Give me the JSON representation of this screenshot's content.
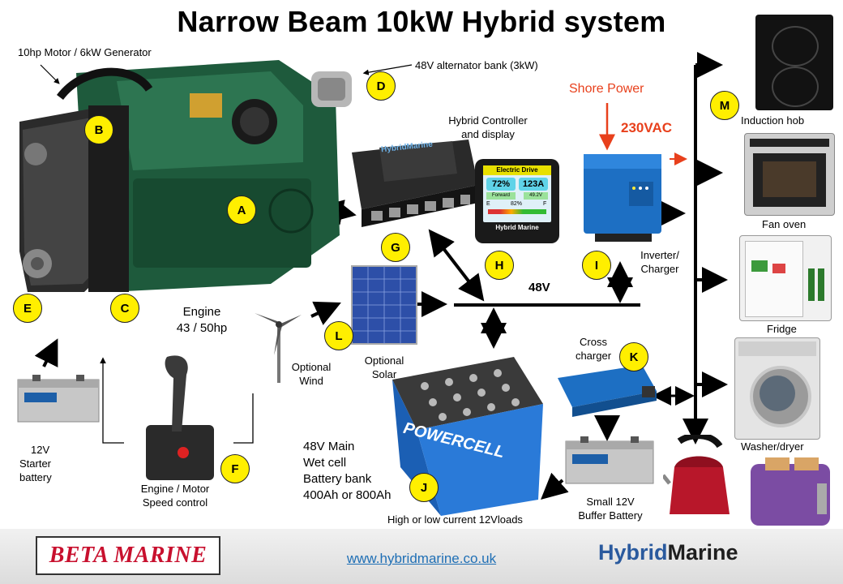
{
  "title": "Narrow Beam 10kW Hybrid system",
  "labels": {
    "motor_generator": "10hp Motor / 6kW Generator",
    "alternator": "48V alternator bank (3kW)",
    "controller_l1": "Hybrid  Controller",
    "controller_l2": "and display",
    "shore_power": "Shore Power",
    "vac": "230VAC",
    "induction_hob": "Induction hob",
    "fan_oven": "Fan oven",
    "fridge": "Fridge",
    "washer": "Washer/dryer",
    "inverter_l1": "Inverter/",
    "inverter_l2": "Charger",
    "bus_48v": "48V",
    "engine_l1": "Engine",
    "engine_l2": "43 / 50hp",
    "wind_l1": "Optional",
    "wind_l2": "Wind",
    "solar_l1": "Optional",
    "solar_l2": "Solar",
    "cross_l1": "Cross",
    "cross_l2": "charger",
    "starter_l1": "12V",
    "starter_l2": "Starter",
    "starter_l3": "battery",
    "speed_l1": "Engine / Motor",
    "speed_l2": "Speed control",
    "main_l1": "48V Main",
    "main_l2": "Wet cell",
    "main_l3": "Battery bank",
    "main_l4": "400Ah or 800Ah",
    "loads": "High or low current 12Vloads",
    "buffer_l1": "Small 12V",
    "buffer_l2": "Buffer Battery"
  },
  "badges": {
    "A": "A",
    "B": "B",
    "C": "C",
    "D": "D",
    "E": "E",
    "F": "F",
    "G": "G",
    "H": "H",
    "I": "I",
    "J": "J",
    "K": "K",
    "L": "L",
    "M": "M"
  },
  "controller_box": {
    "brand": "HybridMarine"
  },
  "display": {
    "header": "Electric Drive",
    "left_value": "72%",
    "right_value": "123A",
    "left_mode": "Forward",
    "right_volt": "49.2V",
    "gauge_e": "E",
    "gauge_pct": "82%",
    "gauge_f": "F",
    "footer": "Hybrid Marine"
  },
  "battery_brand": "POWERCELL",
  "footer": {
    "beta_logo": "BETA MARINE",
    "url": "www.hybridmarine.co.uk",
    "hm_logo_a": "Hybrid",
    "hm_logo_b": "Marine"
  },
  "colors": {
    "badge": "#ffef00",
    "shore_text": "#e8401c",
    "accent": "#2a5a9e",
    "engine": "#1e5a3c"
  }
}
